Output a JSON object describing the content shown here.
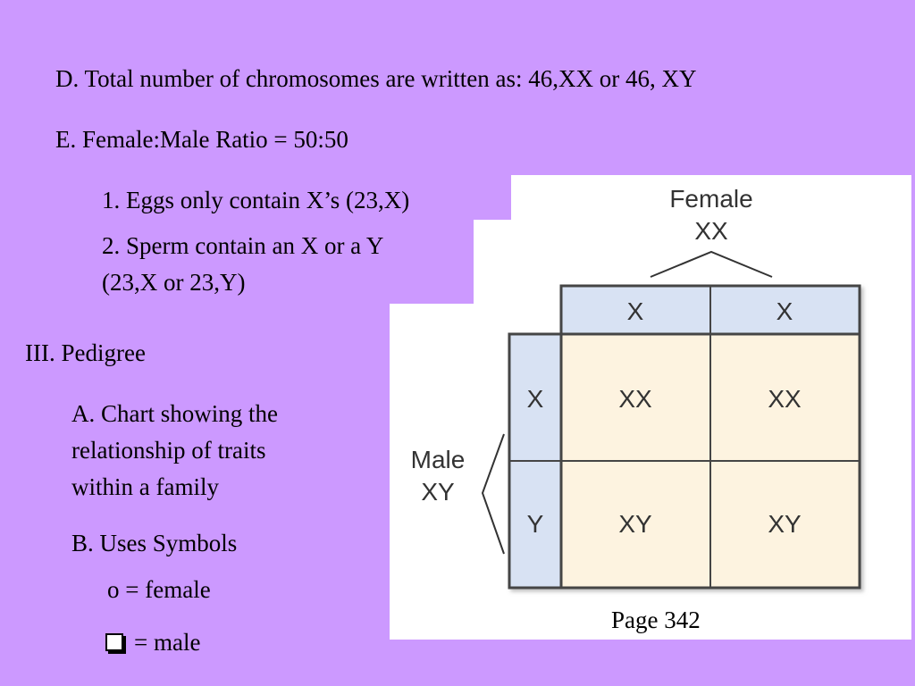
{
  "content": {
    "line_d": "D. Total number of chromosomes are written as:  46,XX or 46, XY",
    "line_e": "E. Female:Male Ratio = 50:50",
    "item_1": "1. Eggs only contain X’s (23,X)",
    "item_2_line1": "2. Sperm contain an X or a Y",
    "item_2_line2": "(23,X or 23,Y)",
    "section_iii": "III. Pedigree",
    "item_a_lines": [
      "A. Chart showing the",
      "relationship of traits",
      "within a family"
    ],
    "item_b": "B. Uses Symbols",
    "female_symbol": "o = female",
    "male_symbol": "= male"
  },
  "figure": {
    "female_label": "Female",
    "female_genotype": "XX",
    "male_label": "Male",
    "male_genotype": "XY",
    "column_headers": [
      "X",
      "X"
    ],
    "row_headers": [
      "X",
      "Y"
    ],
    "cells": [
      [
        "XX",
        "XX"
      ],
      [
        "XY",
        "XY"
      ]
    ],
    "caption": "Page 342",
    "colors": {
      "header_fill": "#d8e2f3",
      "cell_fill": "#fdf3e0",
      "border": "#444444",
      "text": "#333333"
    }
  }
}
